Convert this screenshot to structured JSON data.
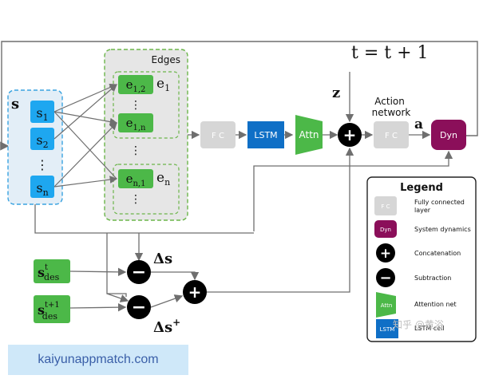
{
  "time_update": "t = t + 1",
  "state": {
    "label": "s",
    "nodes": [
      {
        "base": "s",
        "sub": "1"
      },
      {
        "base": "s",
        "sub": "2"
      },
      {
        "base": "s",
        "sub": "n"
      }
    ],
    "dots": "⋮"
  },
  "edges": {
    "title": "Edges",
    "nodes": [
      {
        "base": "e",
        "sub": "1,2"
      },
      {
        "base": "e",
        "sub": "1,n"
      },
      {
        "base": "e",
        "sub": "n,1"
      }
    ],
    "group_labels": [
      {
        "base": "e",
        "sub": "1"
      },
      {
        "base": "e",
        "sub": "n"
      }
    ],
    "dots": "⋮"
  },
  "pipeline": {
    "fc1": "F C",
    "lstm": "LSTM",
    "attn": "Attn",
    "z_label": "z",
    "concat_symbol": "+",
    "action_network": [
      "Action",
      "network"
    ],
    "fc2": "F C",
    "a_label": "a",
    "dyn": "Dyn"
  },
  "targets": {
    "s_des_t": {
      "base": "s",
      "sup": "t",
      "sub": "des"
    },
    "s_des_t1": {
      "base": "s",
      "sup": "t+1",
      "sub": "des"
    },
    "delta_s": "Δs",
    "delta_s_plus": {
      "base": "Δs",
      "sup": "+"
    },
    "minus_symbol": "−",
    "plus_symbol": "+"
  },
  "legend": {
    "title": "Legend",
    "items": [
      {
        "key": "fc",
        "glyph": "F C",
        "text": [
          "Fully connected",
          "layer"
        ]
      },
      {
        "key": "dyn",
        "glyph": "Dyn",
        "text": [
          "System dynamics"
        ]
      },
      {
        "key": "concat",
        "glyph": "+",
        "text": [
          "Concatenation"
        ]
      },
      {
        "key": "sub",
        "glyph": "−",
        "text": [
          "Subtraction"
        ]
      },
      {
        "key": "attn",
        "glyph": "Attn",
        "text": [
          "Attention net"
        ]
      },
      {
        "key": "lstm",
        "glyph": "LSTM",
        "text": [
          "LSTM cell"
        ]
      }
    ]
  },
  "watermark": {
    "site": "kaiyunappmatch.com",
    "zhihu": "知乎 @黄浴"
  },
  "colors": {
    "state_blue": "#1ea7f0",
    "edge_green": "#4cb848",
    "lstm_blue": "#0f6fc6",
    "dyn_purple": "#8b0f5a",
    "fc_gray": "#d6d6d6",
    "panel_gray": "#e6e6e6",
    "line_gray": "#6f6f6f"
  }
}
